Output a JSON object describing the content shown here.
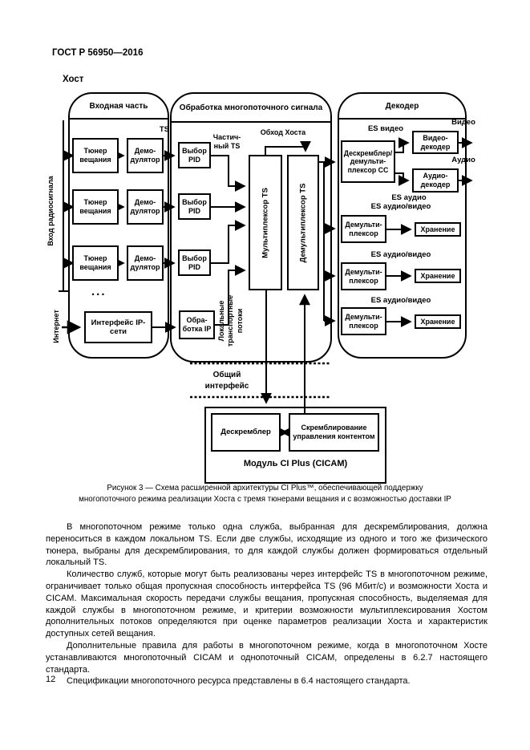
{
  "page": {
    "header": "ГОСТ Р 56950—2016",
    "number": "12"
  },
  "diagram": {
    "host_label": "Хост",
    "ts_label": "TS",
    "inputs": {
      "radio": "Вход радиосигнала",
      "internet": "Интернет"
    },
    "sections": {
      "front_end": "Входная часть",
      "processing": "Обработка многопоточного сигнала",
      "decoder": "Декодер"
    },
    "blocks": {
      "tuner": "Тюнер вещания",
      "demodulator": "Демо- дулятор",
      "ip_interface": "Интерфейс IP-сети",
      "pid_select": "Выбор PID",
      "ip_processing": "Обра- ботка IP",
      "ts_mux": "Мультиплексор TS",
      "ts_demux": "Демультиплексор TS",
      "cc_descrambler": "Дескремблер/ демульти- плексор СС",
      "video_decoder": "Видео- декодер",
      "audio_decoder": "Аудио- декодер",
      "demultiplexer": "Демульти- плексор",
      "storage": "Хранение",
      "descrambler": "Дескремблер",
      "content_scrambling": "Скремблирование управления контентом",
      "cicam_module": "Модуль CI Plus (CICAM)"
    },
    "labels": {
      "partial_ts": "Частич- ный TS",
      "host_bypass": "Обход Хоста",
      "local_ts": "Локальные транспортные потоки",
      "es_video": "ES видео",
      "es_audio": "ES аудио",
      "es_av": "ES аудио/видео",
      "video_out": "Видео",
      "audio_out": "Аудио",
      "common_interface": "Общий интерфейс",
      "ellipsis": "..."
    }
  },
  "caption": {
    "line1": "Рисунок 3 — Схема расширенной архитектуры CI Plus™, обеспечивающей поддержку",
    "line2": "многопоточного режима реализации Хоста с тремя тюнерами вещания и с возможностью доставки IP"
  },
  "paragraphs": {
    "p1": "В многопоточном режиме только одна служба, выбранная для дескремблирования, должна переноситься в каждом локальном TS. Если две службы, исходящие из одного и того же физического тюнера, выбраны для дескремблирования, то для каждой службы должен формироваться отдельный локальный TS.",
    "p2": "Количество служб, которые могут быть реализованы через интерфейс TS в многопоточном режиме, ограничивает только общая пропускная способность интерфейса TS (96 Мбит/с) и возможности Хоста и CICAM. Максимальная скорость передачи службы вещания, пропускная способность, выделяемая для каждой службы в многопоточном режиме, и критерии возможности мультиплексирования Хостом дополнительных потоков определяются при оценке параметров реализации Хоста и характеристик доступных сетей вещания.",
    "p3": "Дополнительные правила для работы в многопоточном режиме, когда в многопоточном Хосте устанавливаются многопоточный CICAM и однопоточный CICAM, определены в 6.2.7 настоящего стандарта.",
    "p4": "Спецификации многопоточного ресурса представлены в 6.4 настоящего стандарта."
  }
}
